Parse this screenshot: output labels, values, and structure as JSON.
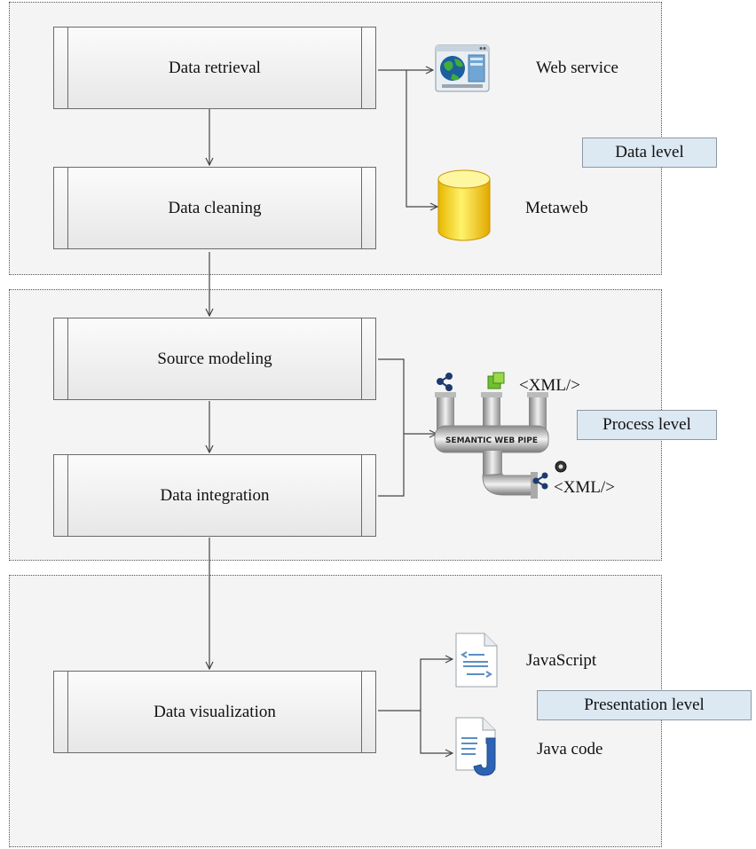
{
  "panels": {
    "data_level": "Data level",
    "process_level": "Process level",
    "presentation_level": "Presentation level"
  },
  "processes": {
    "data_retrieval": "Data retrieval",
    "data_cleaning": "Data cleaning",
    "source_modeling": "Source modeling",
    "data_integration": "Data integration",
    "data_visualization": "Data visualization"
  },
  "resources": {
    "web_service": "Web service",
    "metaweb": "Metaweb",
    "pipe_label": "SEMANTIC WEB PIPE",
    "xml_in": "<XML/>",
    "xml_out": "<XML/>",
    "javascript": "JavaScript",
    "java_code": "Java code"
  },
  "icons": [
    "web-service-icon",
    "database-icon",
    "semantic-web-pipe-icon",
    "javascript-file-icon",
    "java-file-icon"
  ]
}
